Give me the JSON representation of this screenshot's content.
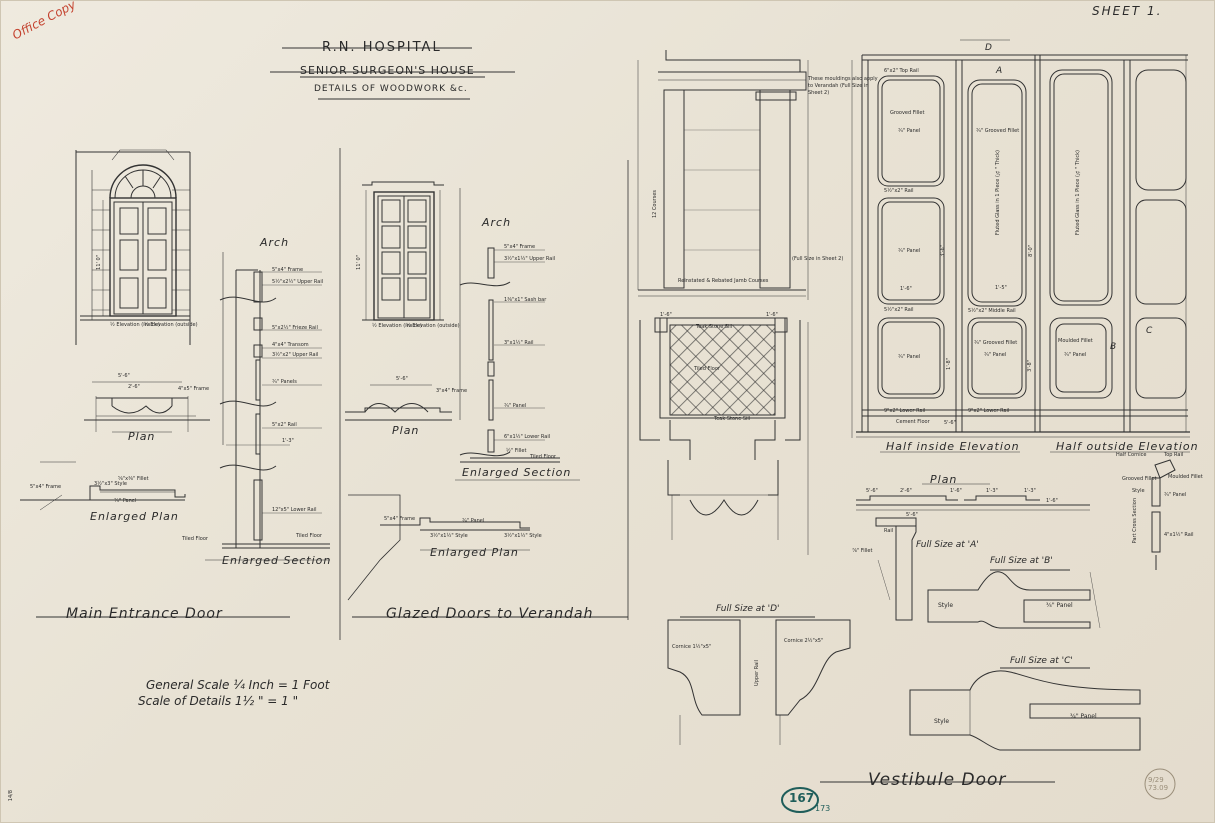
{
  "sheet": {
    "sheet_no": "SHEET 1.",
    "office_copy": "Office Copy",
    "title": "R.N. HOSPITAL",
    "subtitle": "SENIOR SURGEON'S HOUSE",
    "subtitle2": "DETAILS OF WOODWORK &c.",
    "scale_general": "General Scale ¼ Inch = 1 Foot",
    "scale_details": "Scale of Details 1½ \" = 1 \"",
    "drawing_no": "167",
    "drawing_no_sub": "173",
    "corner_no": "14/8",
    "stamp": "9/29 73.09"
  },
  "main_door": {
    "heading": "Main Entrance Door",
    "elev_inside": "½ Elevation (inside)",
    "elev_outside": "½ Elevation (outside)",
    "height": "11' 0\"",
    "plan": "Plan",
    "plan_dims": [
      "5'-6\"",
      "2'-6\"",
      "4\"x5\" Frame"
    ],
    "enlarged_plan": "Enlarged Plan",
    "frame": "5\"x4\" Frame",
    "fillet": "⅝\"x⅜\" Fillet",
    "style": "3½\"x3\" Style",
    "panel": "¾\" Panel",
    "arch": "Arch",
    "section_notes": [
      "5\"x4\" Frame",
      "5½\"x2½\" Upper Rail",
      "5\"x2½\" Frieze Rail",
      "4\"x4\" Transom",
      "3½\"x2\" Upper Rail",
      "¾\" Panels",
      "5\"x2\" Rail",
      "1'-3\"",
      "12\"x5\" Lower Rail",
      "Tiled Floor"
    ],
    "tiled_floor": "Tiled Floor",
    "enlarged_section": "Enlarged Section"
  },
  "glazed_doors": {
    "heading": "Glazed Doors to Verandah",
    "elev_inside": "½ Elevation (inside)",
    "elev_outside": "½ Elevation (outside)",
    "height": "11' 0\"",
    "plan": "Plan",
    "plan_dims": [
      "5'-6\"",
      "3\"x4\" Frame"
    ],
    "arch": "Arch",
    "section_notes": [
      "5\"x4\" Frame",
      "3½\"x1½\" Upper Rail",
      "1⅜\"x1\" Sash bar",
      "3\"x1½\" Rail",
      "¾\" Panel",
      "6\"x1½\" Lower Rail",
      "½\" Fillet",
      "Tiled Floor"
    ],
    "enlarged_section": "Enlarged Section",
    "enlarged_plan": "Enlarged Plan",
    "plan_notes": [
      "5\"x4\" Frame",
      "¾\" Panel",
      "3½\"x1½\" Style",
      "3½\"x1½\" Style"
    ]
  },
  "vestibule": {
    "heading": "Vestibule Door",
    "moulding_note": "These mouldings also apply to Verandah (Full Size in Sheet 2)",
    "full_size_sheet2": "(Full Size in Sheet 2)",
    "courses": "12 Courses",
    "pavement_note": "Reinstated & Rebated Jamb Courses",
    "letters": {
      "d": "D",
      "a": "A",
      "b": "B",
      "c": "C"
    },
    "left_notes": [
      "6\"x2\" Top Rail",
      "Grooved Fillet",
      "¾\" Panel",
      "5½\"x2\" Rail",
      "¾\" Panel",
      "5½\"x2\" Rail",
      "¾\" Panel",
      "9\"x2\" Lower Rail",
      "Cement Floor"
    ],
    "mid_notes": [
      "¾\" Grooved Fillet",
      "Fluted Glass in 1 Piece (¾\" Thick)",
      "5½\"x2\" Middle Rail",
      "¾\" Grooved Fillet",
      "¾\" Panel",
      "9\"x2\" Lower Rail"
    ],
    "right_note": "Fluted Glass in 1 Piece (¾\" Thick)",
    "moulded_fillet": "Moulded Fillet",
    "panel": "¾\" Panel",
    "dims": [
      "1'-6\"",
      "5'-6\"",
      "3'-6\"",
      "8'-0\"",
      "1'-8\"",
      "1'-5\"",
      "3'-8\""
    ],
    "half_inside": "Half inside Elevation",
    "half_outside": "Half outside Elevation",
    "plan": "Plan",
    "plan_notes": [
      "5'-6\"",
      "2'-6\"",
      "1'-6\"",
      "1'-3\"",
      "1'-3\"",
      "1'-6\"",
      "5'-6\""
    ],
    "tiled_floor": "Tiled Floor",
    "sill_notes": [
      "Teak Stone Sill",
      "Teak Stone Sill",
      "1'-6\"",
      "1'-6\""
    ],
    "rail": "Rail",
    "fillet": "⅞\" Fillet",
    "cross_section": "Part Cross Section",
    "cross_notes": [
      "Half Cornice",
      "Top Rail",
      "Moulded Fillet",
      "Grooved Fillet",
      "¾\" Panel",
      "Style",
      "4\"x1½\" Rail"
    ],
    "full_a": "Full Size at 'A'",
    "full_b": "Full Size at 'B'",
    "full_c": "Full Size at 'C'",
    "full_d": "Full Size at 'D'",
    "style": "Style",
    "panel_b": "¾\" Panel",
    "panel_c": "¾\" Panel",
    "cornice_left": "Cornice 1½\"x5\"",
    "cornice_right": "Cornice 2½\"x5\"",
    "upper_rail": "Upper Rail"
  }
}
